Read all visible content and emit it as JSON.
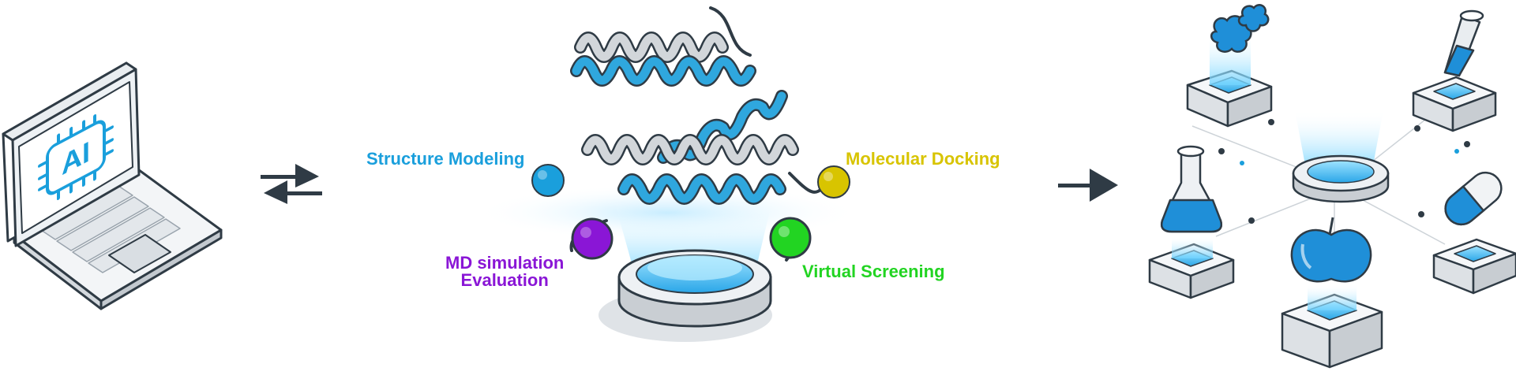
{
  "labels": {
    "structure_modeling": "Structure Modeling",
    "molecular_docking": "Molecular Docking",
    "md_line1": "MD simulation",
    "md_line2": "Evaluation",
    "virtual_screening": "Virtual Screening",
    "ai_chip_text": "AI"
  },
  "colors": {
    "structure_modeling": "#1a9fdc",
    "molecular_docking": "#d8c400",
    "md_simulation": "#8a16d6",
    "virtual_screening": "#22d422",
    "ink": "#2f3b45",
    "accent_blue": "#1a9fdc"
  },
  "icons": [
    "laptop-icon",
    "ai-chip-icon",
    "exchange-arrows-icon",
    "protein-helix-icon",
    "pedestal-icon",
    "right-arrow-icon",
    "molecule-icon",
    "test-tube-icon",
    "flask-icon",
    "capsule-icon",
    "apple-icon"
  ]
}
